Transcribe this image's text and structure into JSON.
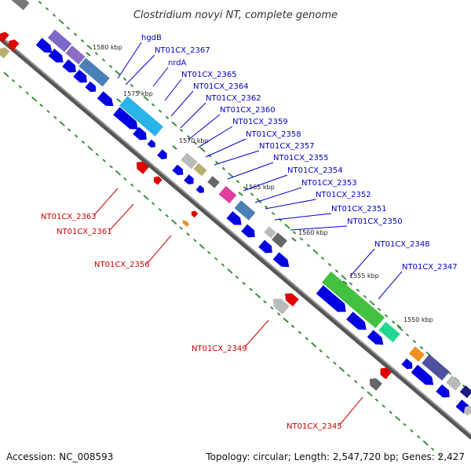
{
  "title": "Clostridium novyi NT, complete genome",
  "footer": {
    "accession": "Accession: NC_008593",
    "topology": "Topology: circular; Length: 2,547,720 bp; Genes: 2,427"
  },
  "colors": {
    "forward_label": "#0000cc",
    "reverse_label": "#cc0000",
    "backbone": "#666666",
    "forward_gene": "#0000e0",
    "reverse_gene": "#e00000",
    "gc_dots": "#2a8a2a"
  },
  "kbp_marks": [
    "1580 kbp",
    "1575 kbp",
    "1570 kbp",
    "1565 kbp",
    "1560 kbp",
    "1555 kbp",
    "1550 kbp"
  ],
  "forward_labels": [
    "hgdB",
    "NT01CX_2367",
    "nrdA",
    "NT01CX_2365",
    "NT01CX_2364",
    "NT01CX_2362",
    "NT01CX_2360",
    "NT01CX_2359",
    "NT01CX_2358",
    "NT01CX_2357",
    "NT01CX_2355",
    "NT01CX_2354",
    "NT01CX_2353",
    "NT01CX_2352",
    "NT01CX_2351",
    "NT01CX_2350",
    "NT01CX_2348",
    "NT01CX_2347"
  ],
  "reverse_labels": [
    "NT01CX_2363",
    "NT01CX_2361",
    "NT01CX_2356",
    "NT01CX_2349",
    "NT01CX_2345"
  ]
}
